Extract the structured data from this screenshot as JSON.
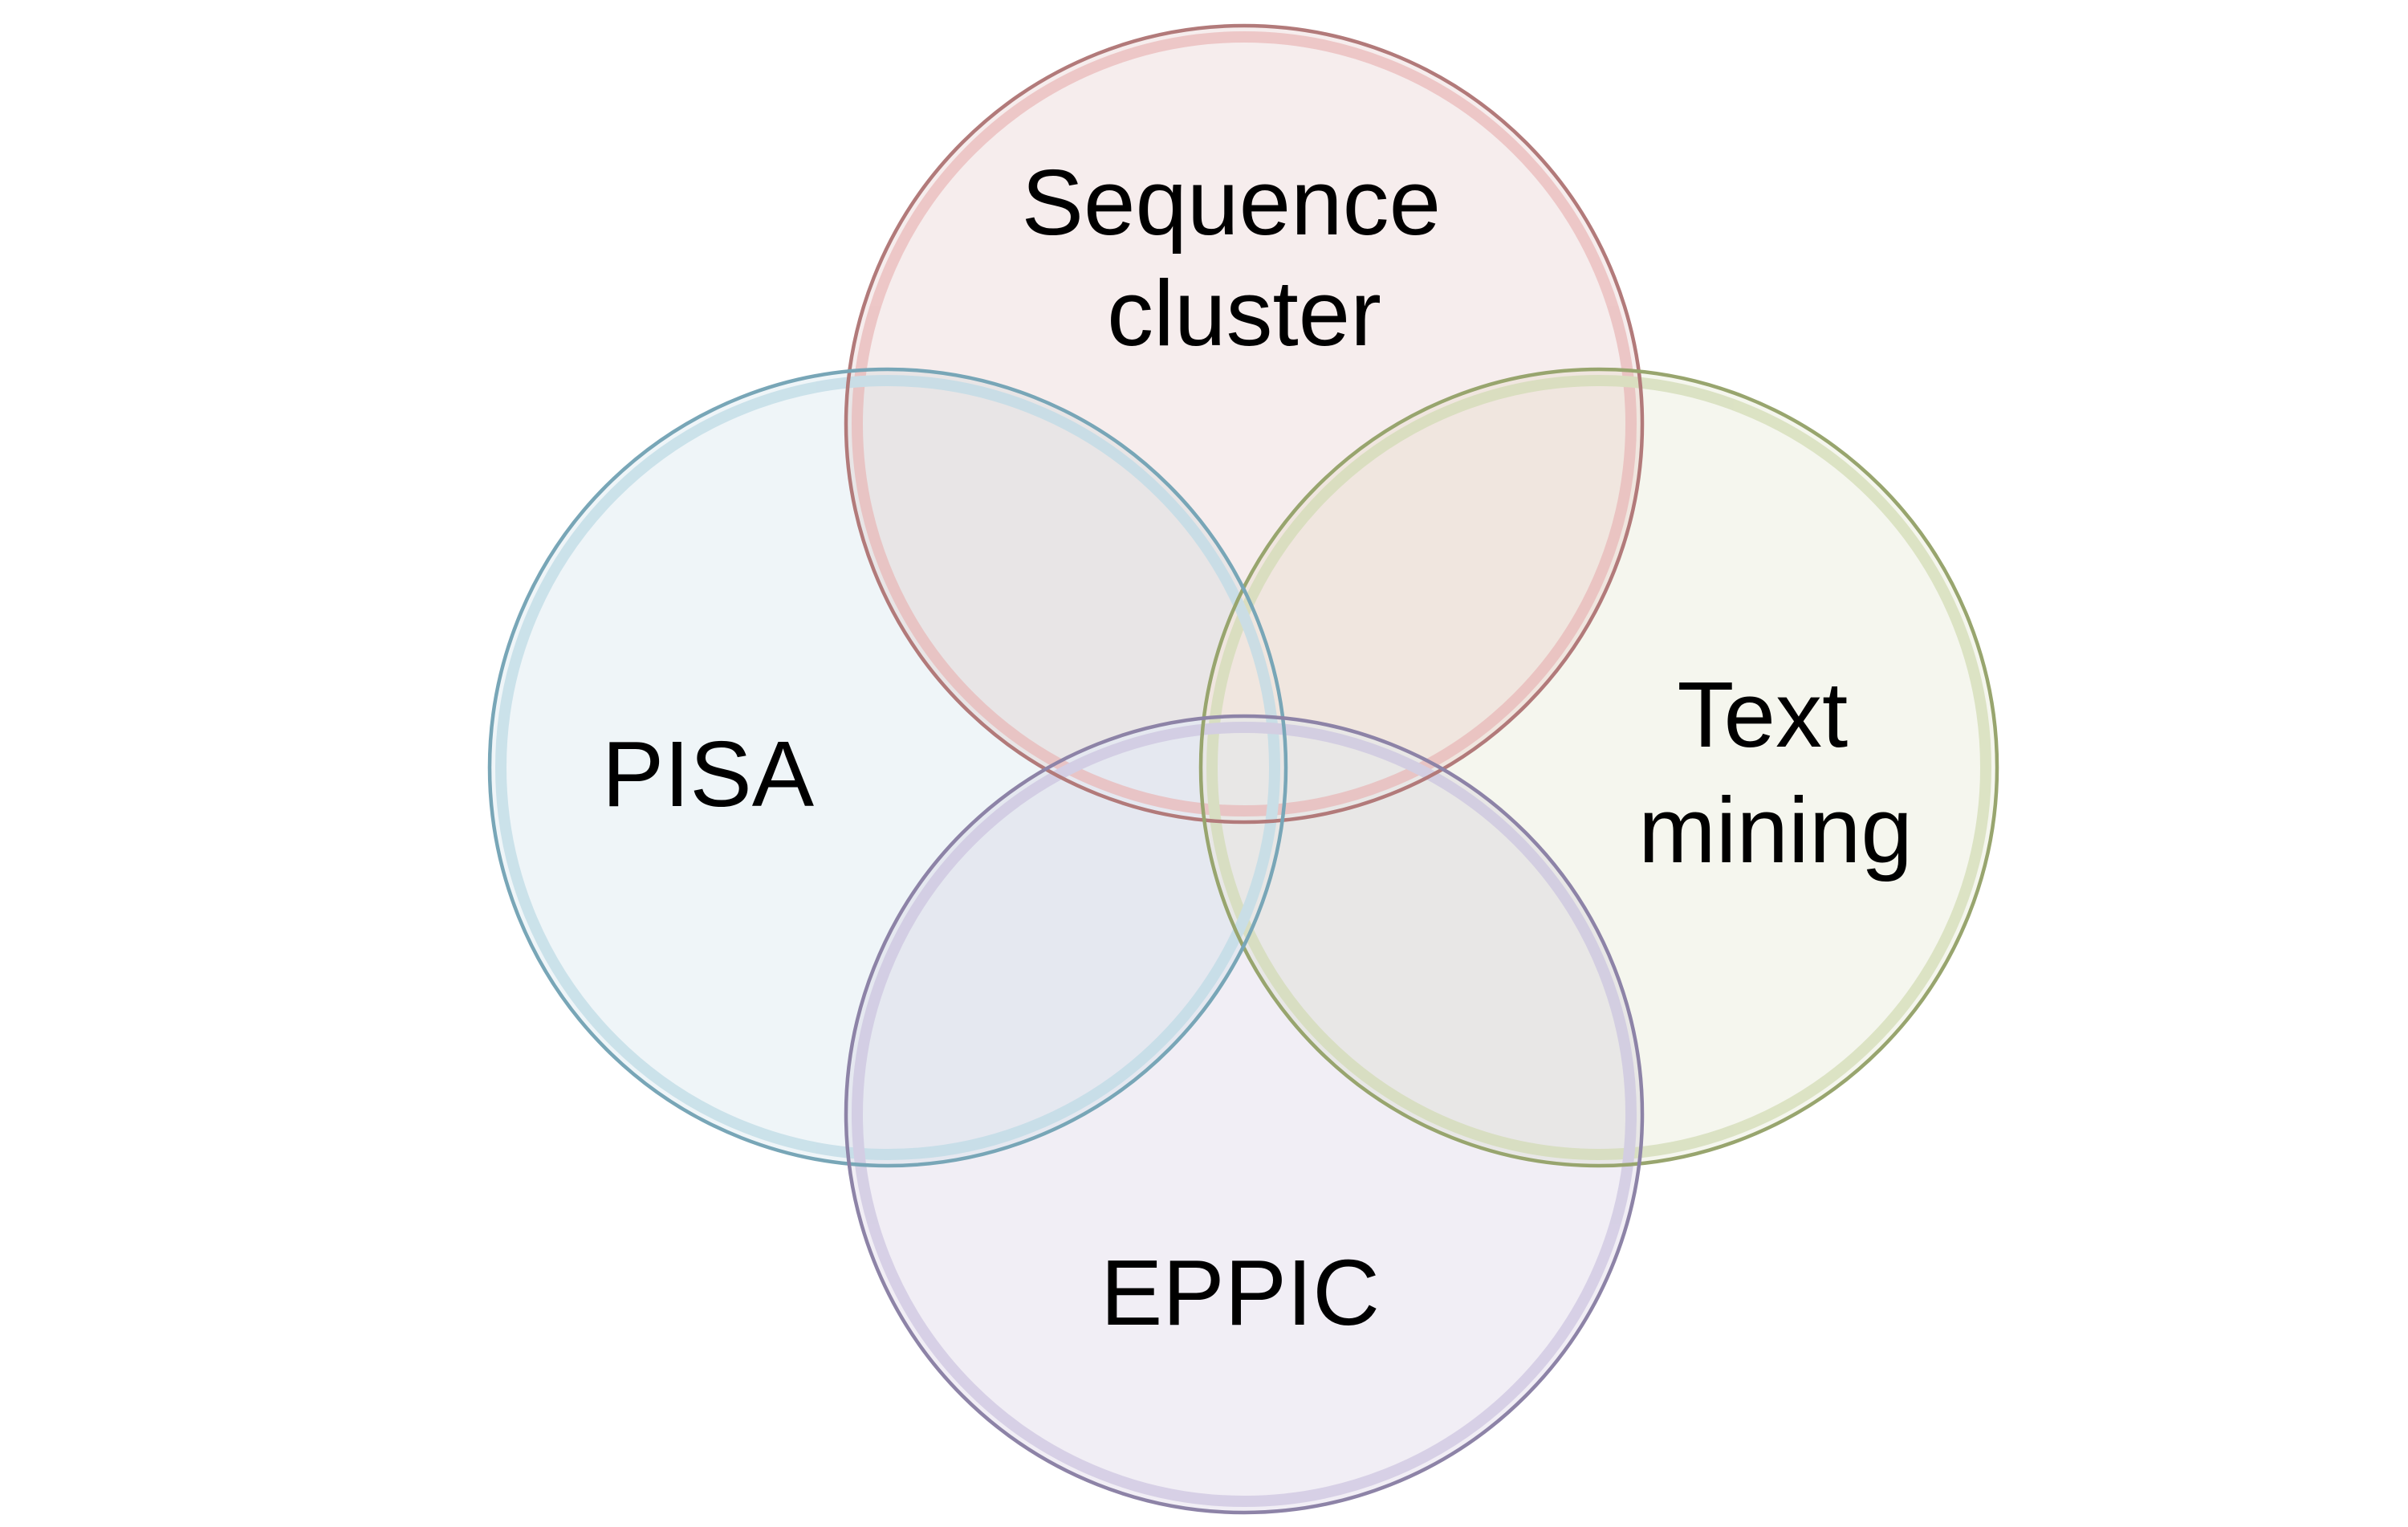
{
  "diagram": {
    "type": "venn",
    "sets": [
      {
        "id": "sequence-cluster",
        "lines": [
          "Sequence",
          "cluster"
        ],
        "fill": "#f6eded",
        "stroke": "#b27a7a",
        "highlight": "#e9b9b9"
      },
      {
        "id": "text-mining",
        "lines": [
          "Text",
          "mining"
        ],
        "fill": "#f5f6ee",
        "stroke": "#98a56e",
        "highlight": "#d3dcb6"
      },
      {
        "id": "pisa",
        "lines": [
          "PISA"
        ],
        "fill": "#eff5f8",
        "stroke": "#78a6b7",
        "highlight": "#bfdbe6"
      },
      {
        "id": "eppic",
        "lines": [
          "EPPIC"
        ],
        "fill": "#f1eef5",
        "stroke": "#8d83a7",
        "highlight": "#cdc6e0"
      }
    ],
    "overlaps": [
      {
        "sets": [
          "sequence-cluster",
          "pisa"
        ],
        "fill": "#e8e5e6"
      },
      {
        "sets": [
          "sequence-cluster",
          "text-mining"
        ],
        "fill": "#f0e6df"
      },
      {
        "sets": [
          "pisa",
          "eppic"
        ],
        "fill": "#e5e8f0"
      },
      {
        "sets": [
          "text-mining",
          "eppic"
        ],
        "fill": "#e8e7e6"
      }
    ]
  }
}
